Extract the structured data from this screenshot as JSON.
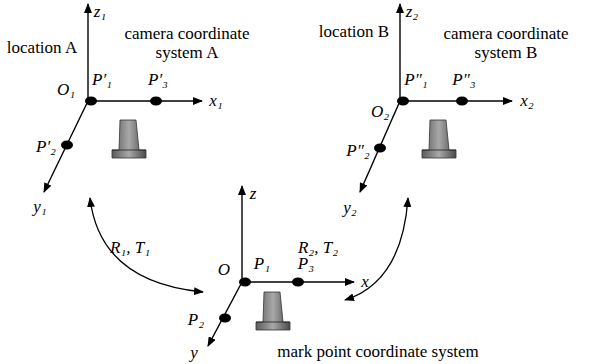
{
  "diagram": {
    "labels": [
      "location A",
      "camera coordinate system A",
      "z₁",
      "O₁",
      "P′₁",
      "P′₃",
      "x₁",
      "P′₂",
      "y₁",
      "location B",
      "camera coordinate system B",
      "z₂",
      "O₂",
      "P″₁",
      "P″₃",
      "x₂",
      "P″₂",
      "y₂",
      "R₁, T₁",
      "R₂, T₂",
      "z",
      "O",
      "P₁",
      "P₃",
      "x",
      "P₂",
      "y",
      "mark point coordinate system"
    ]
  }
}
